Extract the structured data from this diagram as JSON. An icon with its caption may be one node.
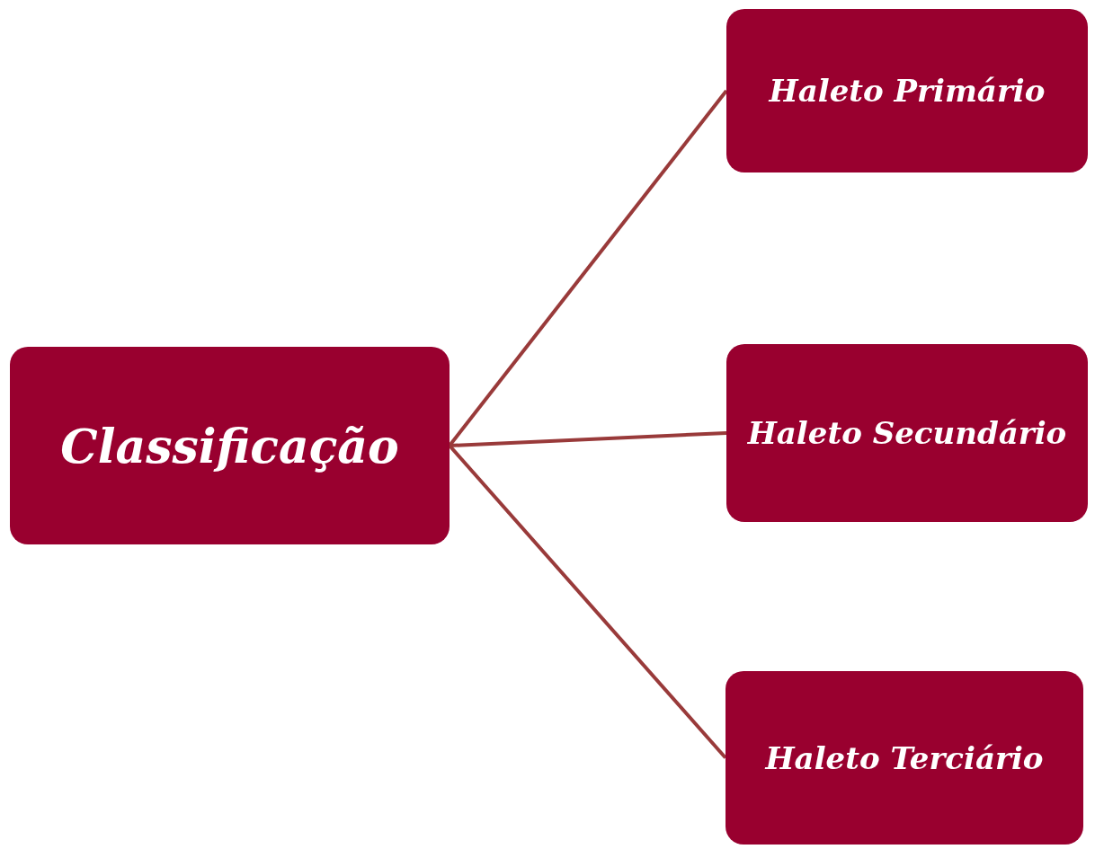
{
  "diagram": {
    "nodes": [
      {
        "text": [
          "Classificação"
        ]
      },
      {
        "text": [
          "Haleto Primário"
        ]
      },
      {
        "text": [
          "Haleto Secundário"
        ]
      },
      {
        "text": [
          "Haleto Terciário"
        ]
      }
    ],
    "edges": [
      {
        "from": 0,
        "to": 1,
        "arrow": "none"
      },
      {
        "from": 0,
        "to": 2,
        "arrow": "none"
      },
      {
        "from": 0,
        "to": 3,
        "arrow": "none"
      }
    ]
  }
}
